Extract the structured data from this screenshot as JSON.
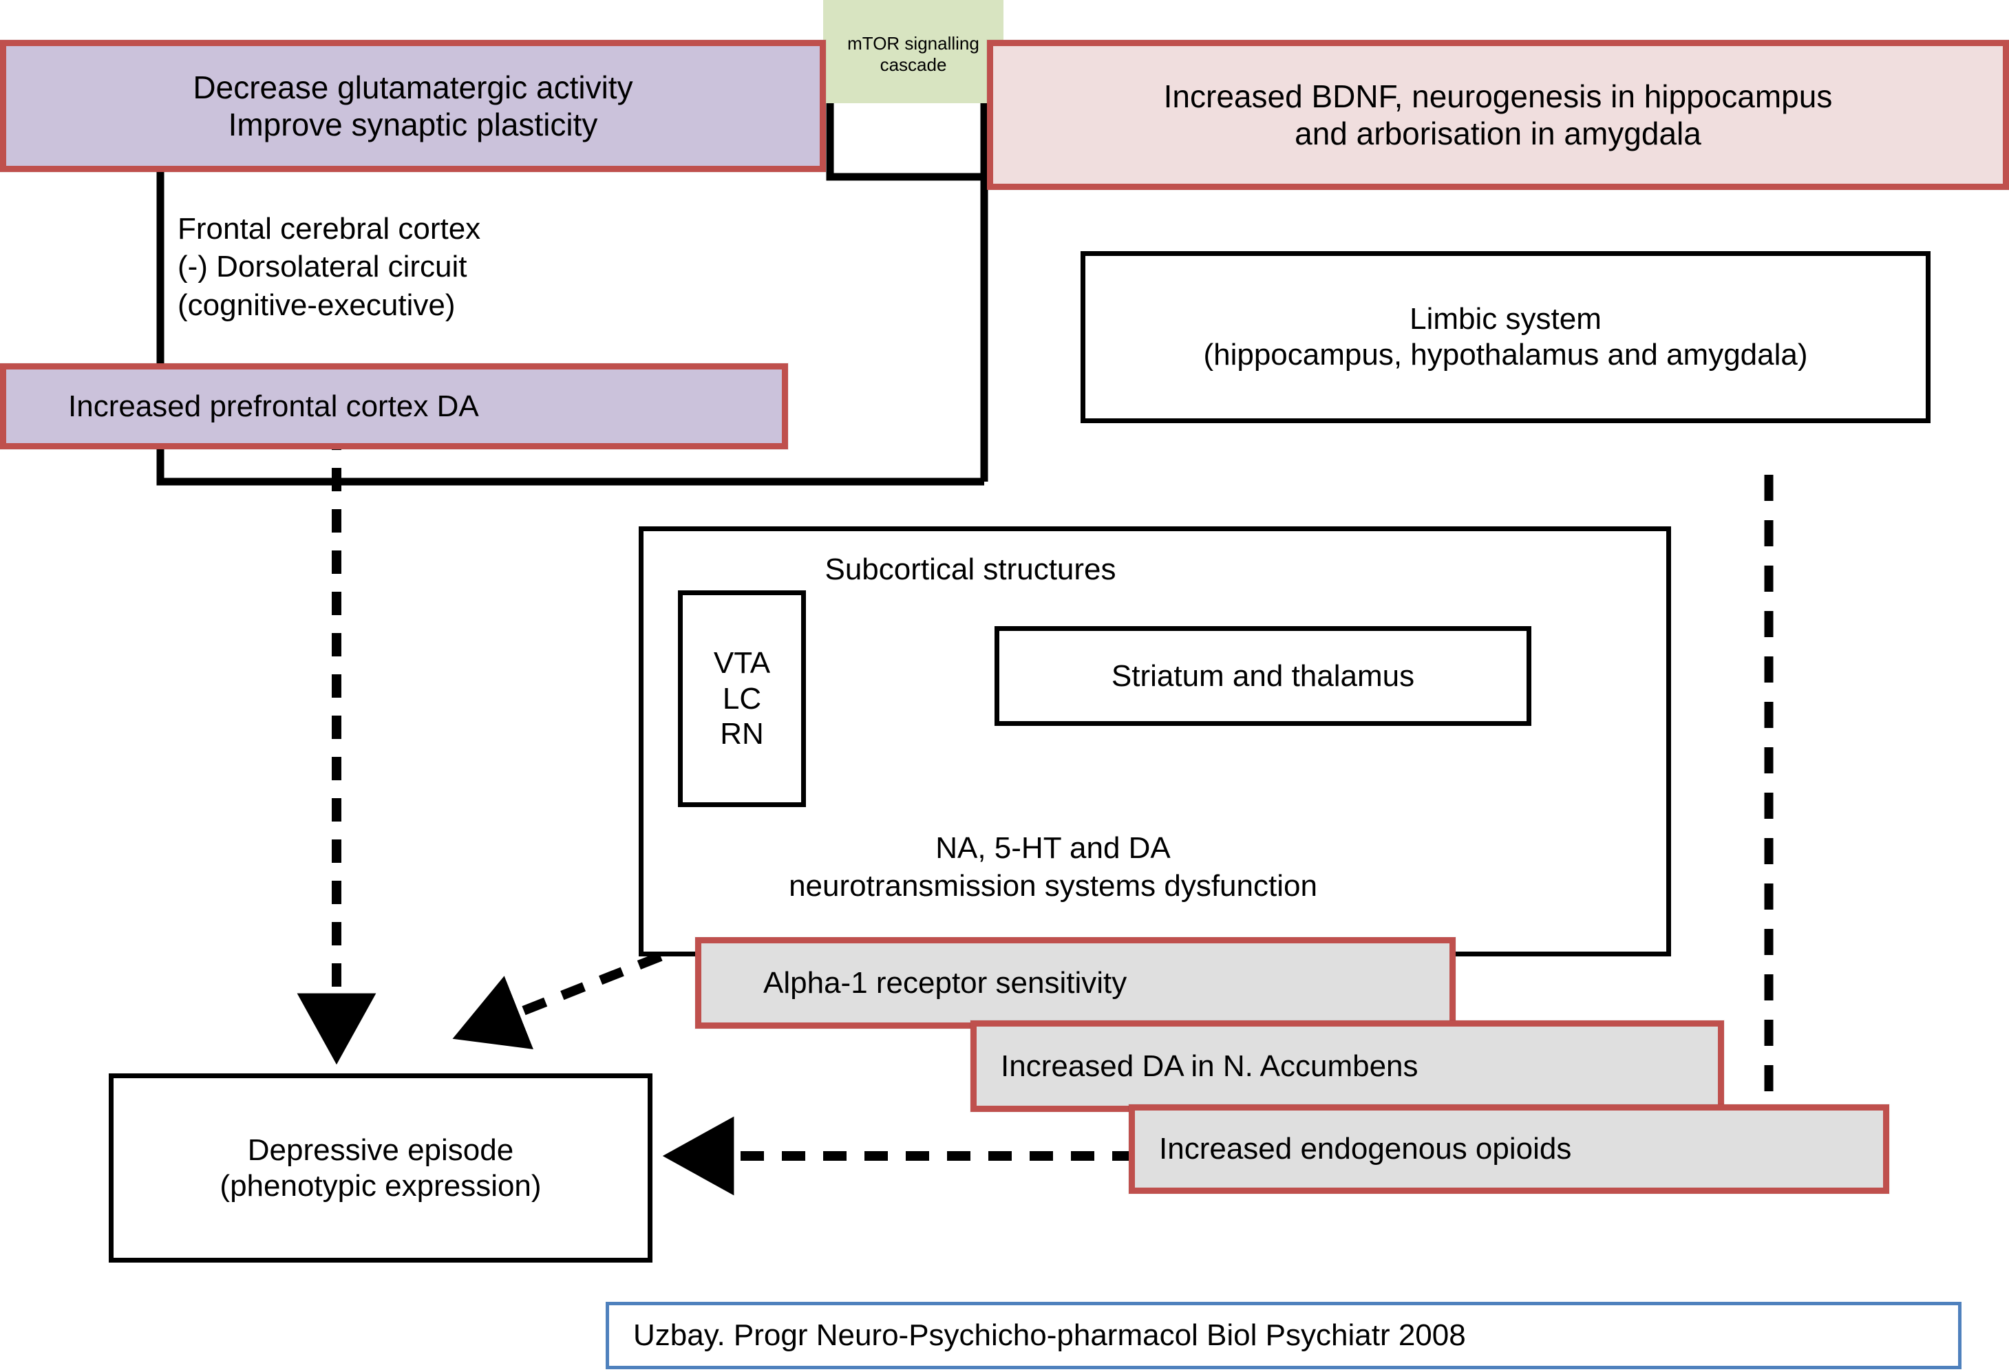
{
  "diagram": {
    "title_hidden_text": "Increased prefrontal cortex DA",
    "boxes": {
      "glutamatergic": "Decrease glutamatergic activity\nImprove synaptic plasticity",
      "mtor": "mTOR signalling\ncascade",
      "bdnf": "Increased BDNF, neurogenesis in hippocampus\nand arborisation in amygdala",
      "limbic": "Limbic system\n(hippocampus, hypothalamus and amygdala)",
      "prefrontal_da": "Increased prefrontal cortex DA",
      "vta": "VTA\nLC\nRN",
      "striatum": "Striatum and thalamus",
      "alpha1": "Alpha-1 receptor sensitivity",
      "accumbens": "Increased DA in N. Accumbens",
      "opioids": "Increased endogenous opioids",
      "depressive": "Depressive episode\n(phenotypic expression)",
      "citation": "Uzbay. Progr Neuro-Psychicho-pharmacol Biol Psychiatr 2008"
    },
    "labels": {
      "frontal_cortex": "Frontal cerebral cortex\n(-) Dorsolateral circuit\n(cognitive-executive)",
      "subcortical": "Subcortical structures",
      "neurotransmission": "NA, 5-HT and DA\nneurotransmission systems dysfunction"
    },
    "colors": {
      "accent_red_border": "#BF504D",
      "fill_purple": "#CBC2DB",
      "fill_pink": "#F0DEDE",
      "fill_gray": "#DFDFDF",
      "fill_green": "#D8E4C1",
      "citation_blue_border": "#4F81BD",
      "outline_black": "#000000"
    }
  }
}
